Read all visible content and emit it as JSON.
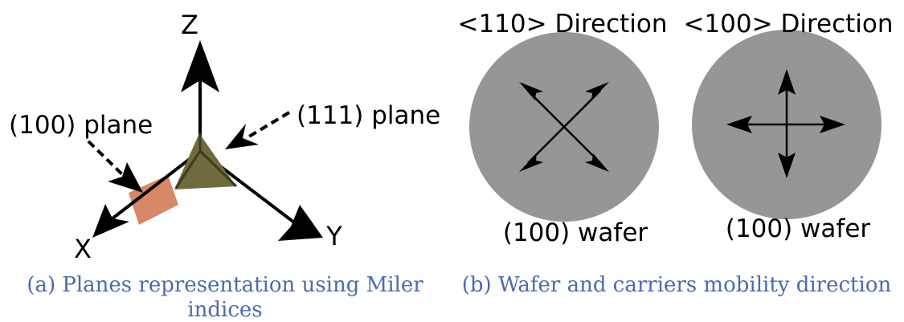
{
  "panel_a": {
    "axis_labels": {
      "z": "Z",
      "x": "X",
      "y": "Y"
    },
    "plane_labels": {
      "plane_100": "(100) plane",
      "plane_111": "(111) plane"
    },
    "caption_line1": "(a) Planes representation using Miler",
    "caption_line2": "indices",
    "colors": {
      "plane_100": "#d4825f",
      "plane_111": "#6e6c3c",
      "caption": "#4a6bb0"
    }
  },
  "panel_b": {
    "direction_labels": {
      "left": "<110> Direction",
      "right": "<100> Direction"
    },
    "wafer_labels": {
      "left": "(100) wafer",
      "right": "(100) wafer"
    },
    "caption": "(b) Wafer and carriers mobility direction",
    "colors": {
      "wafer": "#969696"
    }
  }
}
